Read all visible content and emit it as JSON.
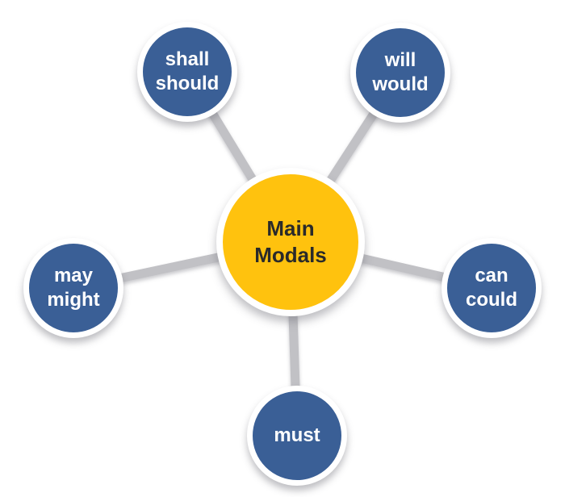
{
  "diagram": {
    "type": "hub-and-spoke",
    "center": {
      "id": "main-modals",
      "lines": [
        "Main",
        "Modals"
      ]
    },
    "satellites": [
      {
        "id": "shall-should",
        "lines": [
          "shall",
          "should"
        ]
      },
      {
        "id": "will-would",
        "lines": [
          "will",
          "would"
        ]
      },
      {
        "id": "may-might",
        "lines": [
          "may",
          "might"
        ]
      },
      {
        "id": "can-could",
        "lines": [
          "can",
          "could"
        ]
      },
      {
        "id": "must",
        "lines": [
          "must"
        ]
      }
    ],
    "edges": [
      [
        "main-modals",
        "shall-should"
      ],
      [
        "main-modals",
        "will-would"
      ],
      [
        "main-modals",
        "may-might"
      ],
      [
        "main-modals",
        "can-could"
      ],
      [
        "main-modals",
        "must"
      ]
    ],
    "colors": {
      "center_fill": "#FFC20E",
      "satellite_fill": "#3A5F96",
      "ring": "#FFFFFF",
      "connector": "#C1C1C5",
      "center_text": "#2A2A2A",
      "satellite_text": "#FFFFFF"
    }
  }
}
